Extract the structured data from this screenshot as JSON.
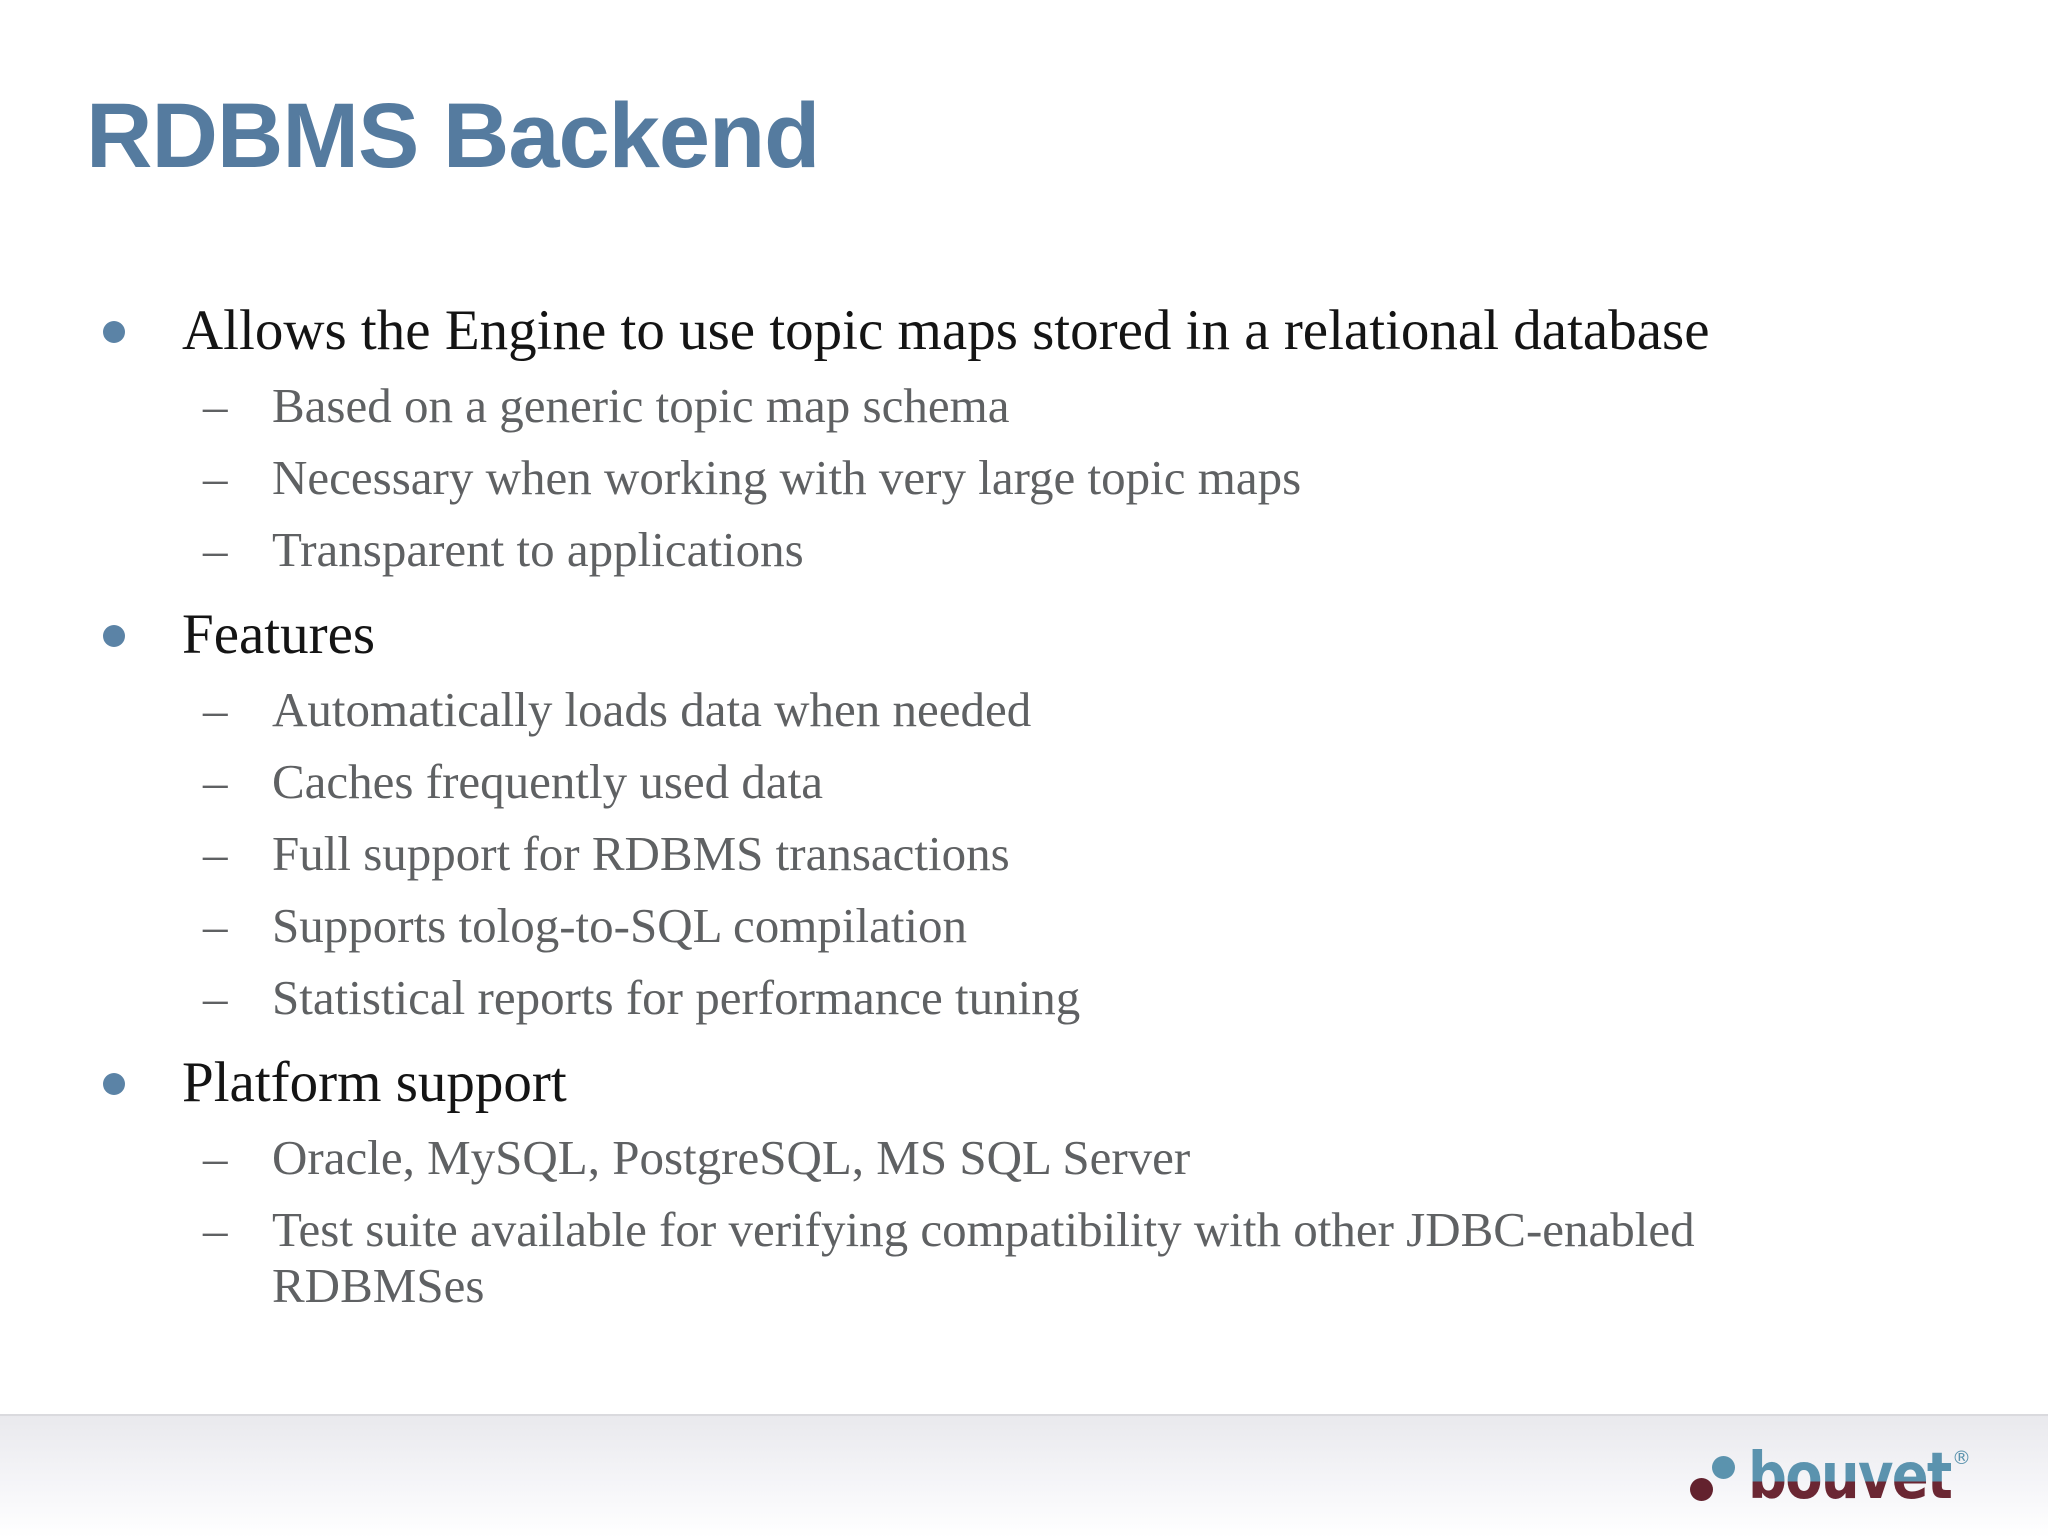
{
  "slide": {
    "title": "RDBMS Backend",
    "markers": {
      "dash": "–"
    },
    "bullets": [
      {
        "text": "Allows the Engine to use topic maps stored in a relational database",
        "subs": [
          "Based on a generic topic map schema",
          "Necessary when working with very large topic maps",
          "Transparent to applications"
        ]
      },
      {
        "text": "Features",
        "subs": [
          "Automatically loads data when needed",
          "Caches frequently used data",
          "Full support for RDBMS transactions",
          "Supports tolog-to-SQL compilation",
          "Statistical reports for performance tuning"
        ]
      },
      {
        "text": "Platform support",
        "subs": [
          "Oracle, MySQL, PostgreSQL, MS SQL Server",
          "Test suite available for verifying compatibility with other JDBC-enabled RDBMSes"
        ]
      }
    ],
    "footer": {
      "logo_text": "bouvet",
      "registered_mark": "®"
    },
    "colors": {
      "title_blue": "#557B9F",
      "bullet_dot_blue": "#5B83A6",
      "body_text": "#141414",
      "sub_text": "#5F6163",
      "logo_blue": "#5B93AE",
      "logo_maroon": "#6B2733",
      "footer_band": "#E9E9ED"
    }
  }
}
